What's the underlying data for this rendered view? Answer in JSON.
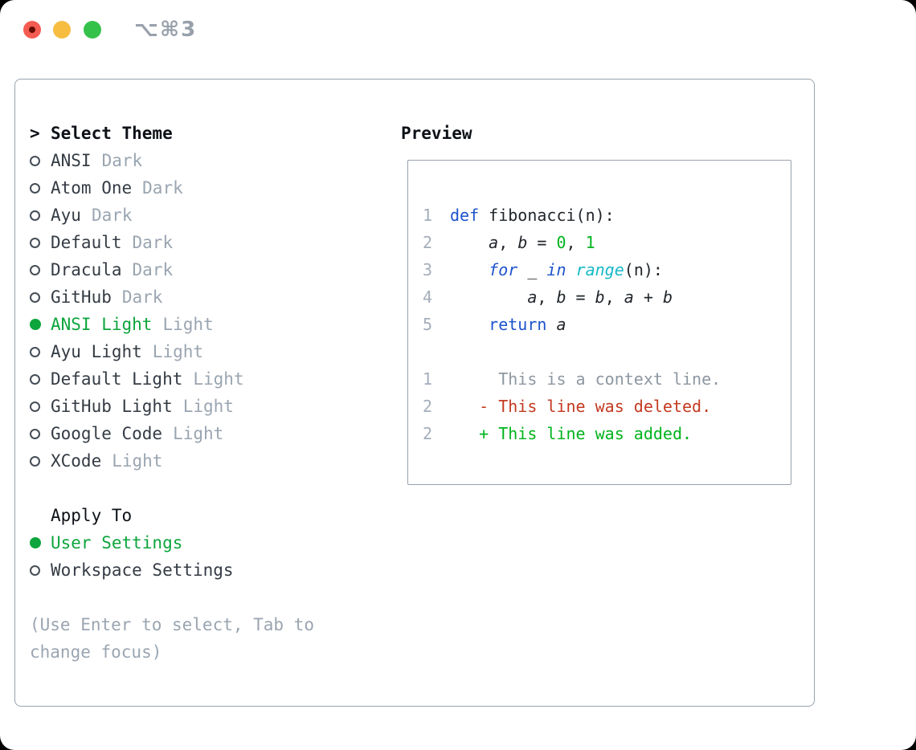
{
  "window": {
    "shortcut": "⌥⌘3"
  },
  "colors": {
    "accent_green": "#0da53c",
    "text_primary": "#343b44",
    "text_muted": "#9aa5b1",
    "title_black": "#0d1117",
    "border_gray": "#99a2ac",
    "code_kw": "#1d53cc",
    "code_builtin": "#16b9c6",
    "code_num": "#00b41c",
    "code_text": "#21262b",
    "lnum_gray": "#a4aebb",
    "ctx_gray": "#8d97a1",
    "del_red": "#c43a21",
    "add_green": "#00b41c",
    "traffic_red": "#f45c52",
    "traffic_red_dot": "#650c03",
    "traffic_yellow": "#f7bd40",
    "traffic_green": "#35c24b",
    "shortcut_gray": "#98a1ab"
  },
  "theme_selector": {
    "prompt": ">",
    "title": "Select Theme",
    "themes": [
      {
        "name": "ANSI",
        "variant": "Dark",
        "selected": false
      },
      {
        "name": "Atom One",
        "variant": "Dark",
        "selected": false
      },
      {
        "name": "Ayu",
        "variant": "Dark",
        "selected": false
      },
      {
        "name": "Default",
        "variant": "Dark",
        "selected": false
      },
      {
        "name": "Dracula",
        "variant": "Dark",
        "selected": false
      },
      {
        "name": "GitHub",
        "variant": "Dark",
        "selected": false
      },
      {
        "name": "ANSI Light",
        "variant": "Light",
        "selected": true
      },
      {
        "name": "Ayu Light",
        "variant": "Light",
        "selected": false
      },
      {
        "name": "Default Light",
        "variant": "Light",
        "selected": false
      },
      {
        "name": "GitHub Light",
        "variant": "Light",
        "selected": false
      },
      {
        "name": "Google Code",
        "variant": "Light",
        "selected": false
      },
      {
        "name": "XCode",
        "variant": "Light",
        "selected": false
      }
    ],
    "apply_to": {
      "label": "Apply To",
      "options": [
        {
          "label": "User Settings",
          "selected": true
        },
        {
          "label": "Workspace Settings",
          "selected": false
        }
      ]
    },
    "help_text": "(Use Enter to select, Tab to change focus)"
  },
  "preview": {
    "title": "Preview",
    "code_lines": [
      {
        "num": "1",
        "tokens": [
          {
            "t": "def",
            "c": "kw"
          },
          {
            "t": " fibonacci(n):",
            "c": "pl"
          }
        ]
      },
      {
        "num": "2",
        "tokens": [
          {
            "t": "    ",
            "c": "pl"
          },
          {
            "t": "a",
            "c": "var"
          },
          {
            "t": ", ",
            "c": "pl"
          },
          {
            "t": "b",
            "c": "var"
          },
          {
            "t": " = ",
            "c": "pl"
          },
          {
            "t": "0",
            "c": "num"
          },
          {
            "t": ", ",
            "c": "pl"
          },
          {
            "t": "1",
            "c": "num"
          }
        ]
      },
      {
        "num": "3",
        "tokens": [
          {
            "t": "    ",
            "c": "pl"
          },
          {
            "t": "for",
            "c": "kwi"
          },
          {
            "t": " _ ",
            "c": "pl"
          },
          {
            "t": "in",
            "c": "kwi"
          },
          {
            "t": " ",
            "c": "pl"
          },
          {
            "t": "range",
            "c": "bi"
          },
          {
            "t": "(n):",
            "c": "pl"
          }
        ]
      },
      {
        "num": "4",
        "tokens": [
          {
            "t": "        ",
            "c": "pl"
          },
          {
            "t": "a",
            "c": "var"
          },
          {
            "t": ", ",
            "c": "pl"
          },
          {
            "t": "b",
            "c": "var"
          },
          {
            "t": " = ",
            "c": "pl"
          },
          {
            "t": "b",
            "c": "var"
          },
          {
            "t": ", ",
            "c": "pl"
          },
          {
            "t": "a",
            "c": "var"
          },
          {
            "t": " + ",
            "c": "pl"
          },
          {
            "t": "b",
            "c": "var"
          }
        ]
      },
      {
        "num": "5",
        "tokens": [
          {
            "t": "    ",
            "c": "pl"
          },
          {
            "t": "return",
            "c": "kw"
          },
          {
            "t": " ",
            "c": "pl"
          },
          {
            "t": "a",
            "c": "var"
          }
        ]
      }
    ],
    "diff_lines": [
      {
        "num": "1",
        "tokens": [
          {
            "t": "     This is a context line.",
            "c": "ctx"
          }
        ]
      },
      {
        "num": "2",
        "tokens": [
          {
            "t": "   - This line was deleted.",
            "c": "del"
          }
        ]
      },
      {
        "num": "2",
        "tokens": [
          {
            "t": "   + This line was added.",
            "c": "add"
          }
        ]
      }
    ]
  }
}
